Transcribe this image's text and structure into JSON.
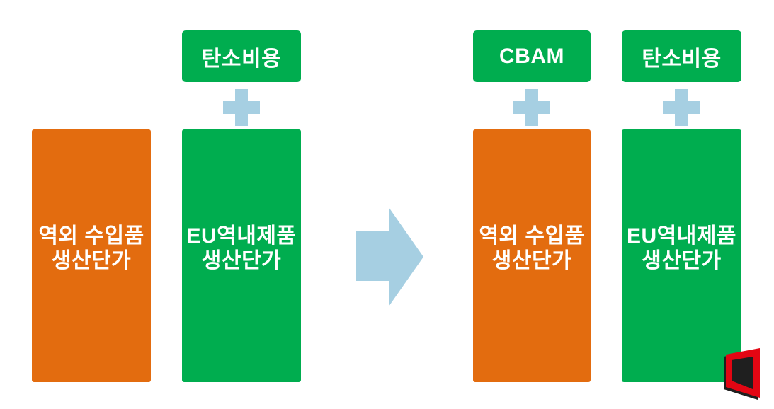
{
  "colors": {
    "background": "#FFFFFF",
    "orange": "#E36C0F",
    "green": "#00AD4F",
    "light_blue": "#A6CFE2",
    "logo_red": "#E30613",
    "logo_shadow": "#1F1F1F",
    "label_text": "#FFFFFF"
  },
  "before": {
    "import_bar_label": "역외 수입품\n생산단가",
    "eu_carbon_cost_label": "탄소비용",
    "eu_bar_label": "EU역내제품\n생산단가"
  },
  "after": {
    "cbam_label": "CBAM",
    "import_bar_label": "역외 수입품\n생산단가",
    "eu_carbon_cost_label": "탄소비용",
    "eu_bar_label": "EU역내제품\n생산단가"
  },
  "icons": {
    "plus": "plus-icon",
    "arrow": "right-arrow-icon",
    "logo": "broadcaster-logo"
  }
}
